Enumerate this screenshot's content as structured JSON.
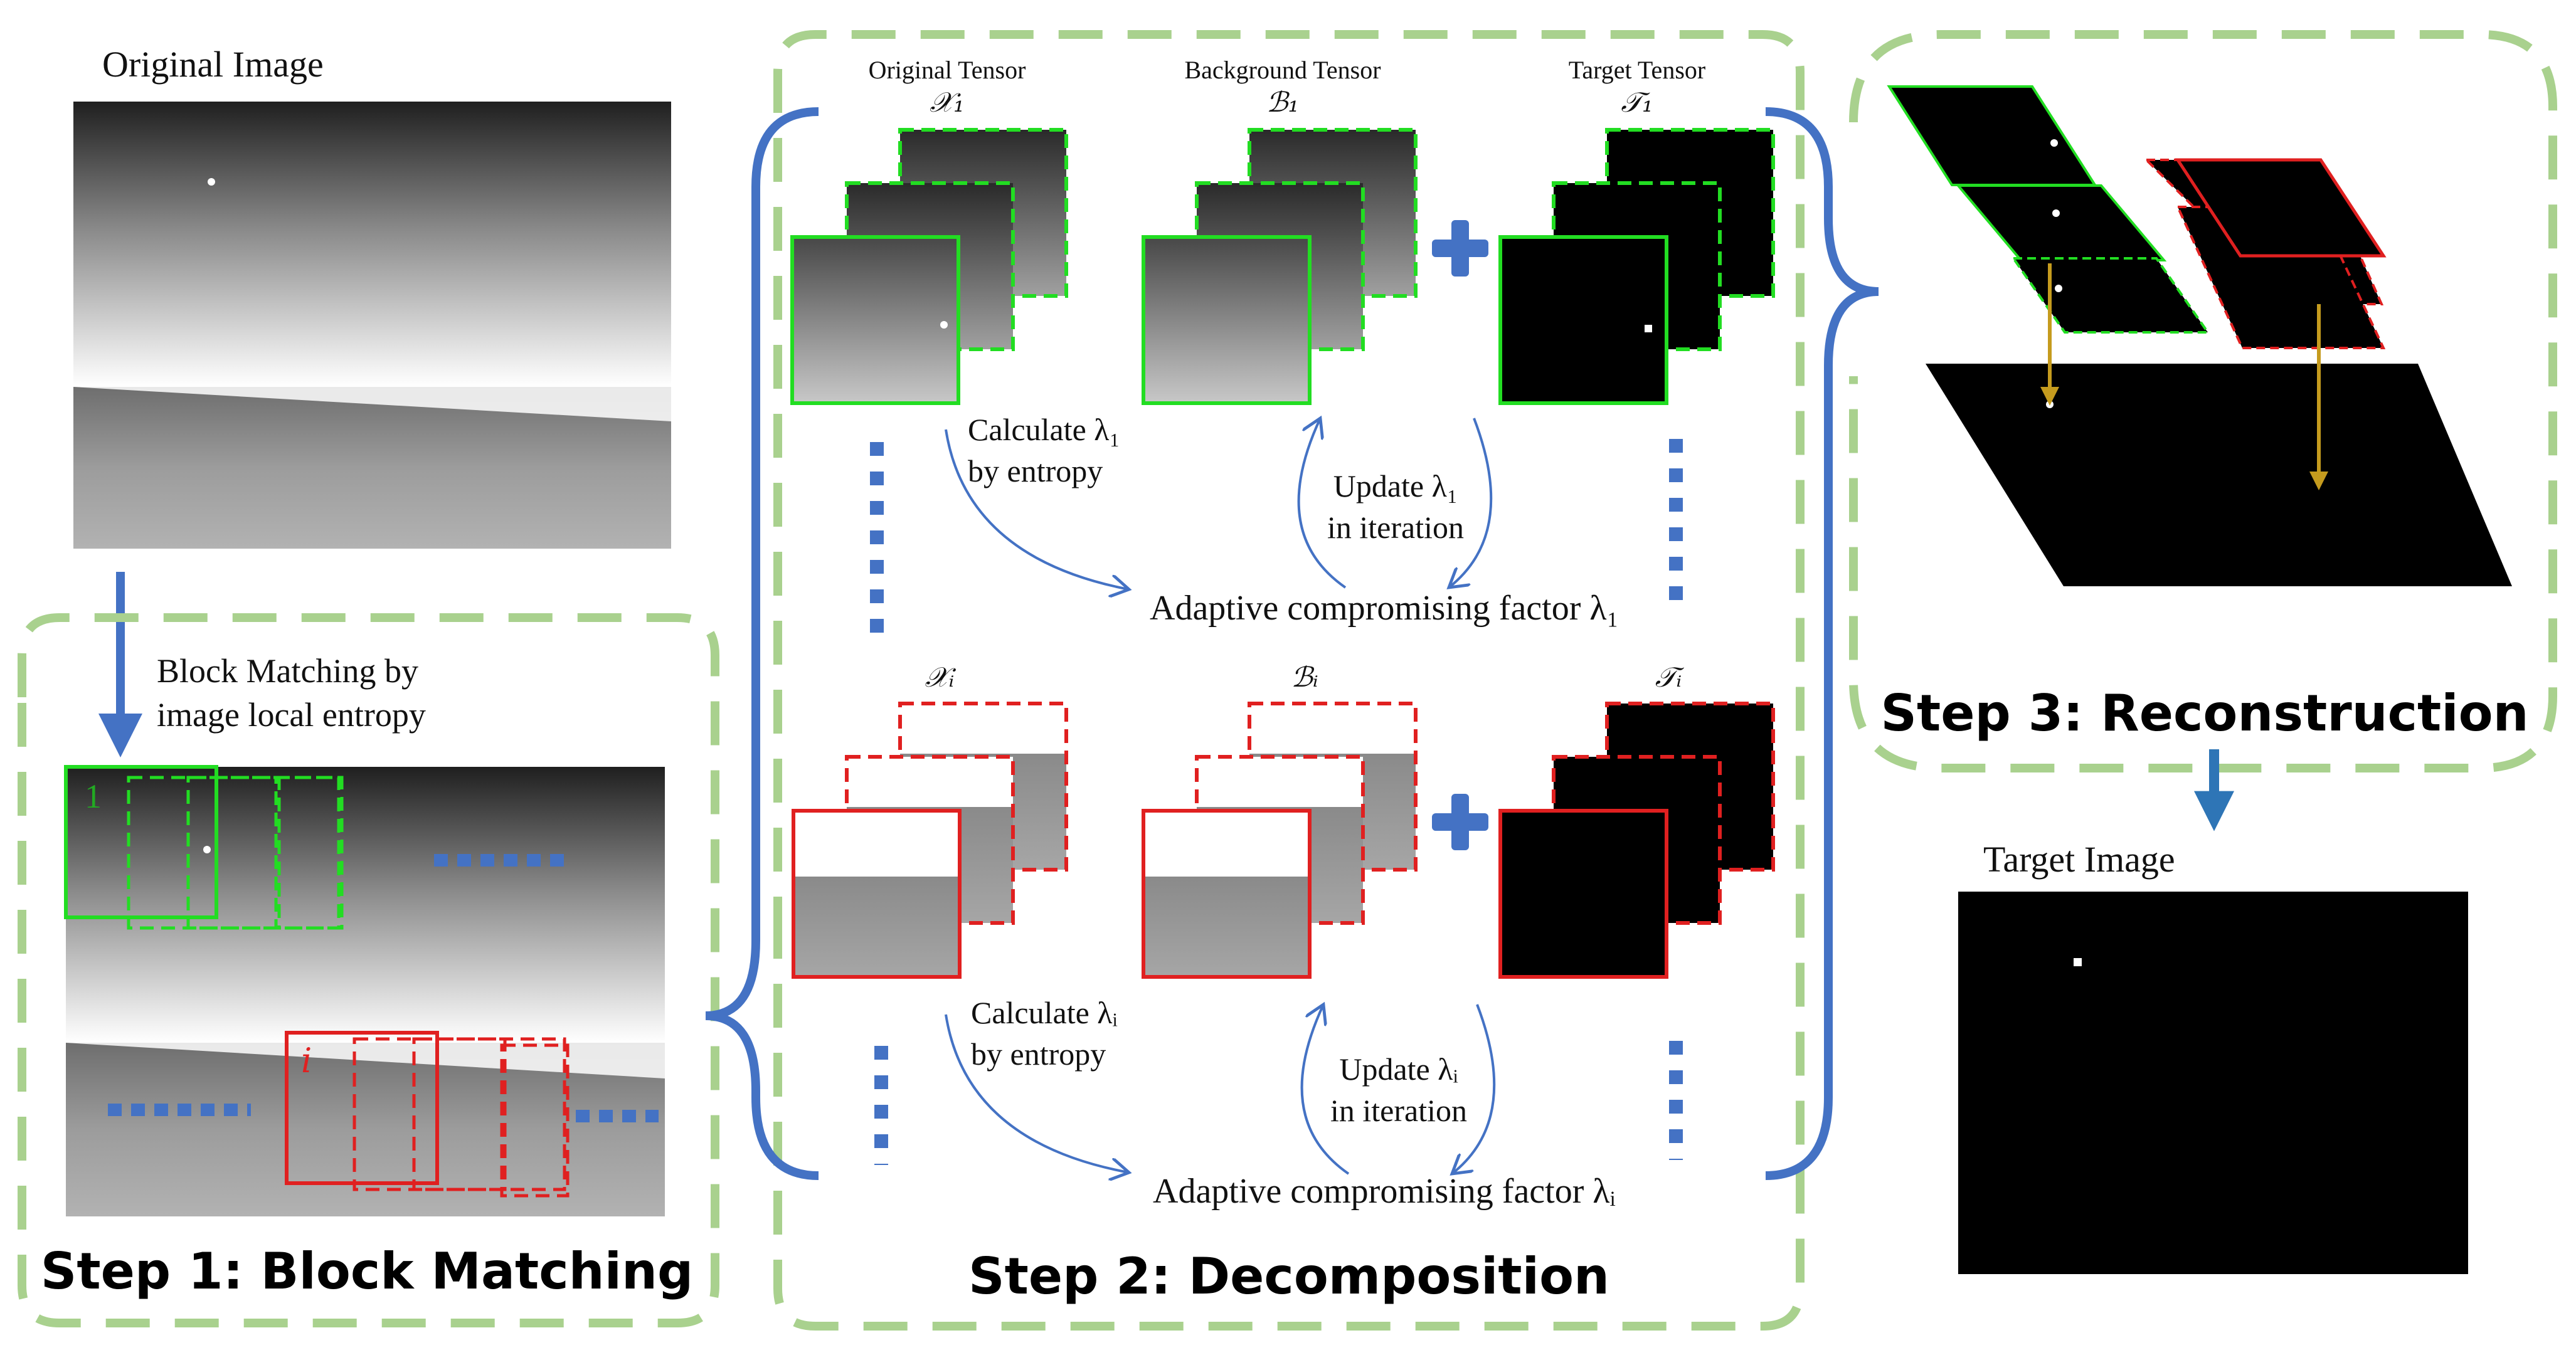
{
  "step1": {
    "original_image_label": "Original Image",
    "block_matching_line1": "Block Matching by",
    "block_matching_line2": "image local entropy",
    "green_block_number": "1",
    "red_block_symbol": "i",
    "title": "Step 1: Block Matching"
  },
  "step2": {
    "original_tensor_label": "Original Tensor",
    "background_tensor_label": "Background Tensor",
    "target_tensor_label": "Target Tensor",
    "sym_x1": "𝒳₁",
    "sym_b1": "ℬ₁",
    "sym_t1": "𝒯₁",
    "sym_xi": "𝒳ᵢ",
    "sym_bi": "ℬᵢ",
    "sym_ti": "𝒯ᵢ",
    "calc_1_line1": "Calculate λ₁",
    "calc_1_line2": "by entropy",
    "update_1_line1": "Update λ₁",
    "update_1_line2": "in iteration",
    "adaptive_1": "Adaptive compromising factor λ₁",
    "calc_i_line1": "Calculate λᵢ",
    "calc_i_line2": "by entropy",
    "update_i_line1": "Update λᵢ",
    "update_i_line2": "in iteration",
    "adaptive_i": "Adaptive compromising factor λᵢ",
    "title": "Step 2: Decomposition"
  },
  "step3": {
    "title": "Step 3: Reconstruction",
    "target_image_label": "Target Image"
  },
  "colors": {
    "dashed_region": "#a9d18e",
    "arrow_blue": "#4472c4",
    "green_block": "#22dd22",
    "red_block": "#e02020",
    "projection_arrow": "#c59b1e",
    "step3_arrow": "#2e75b6"
  }
}
